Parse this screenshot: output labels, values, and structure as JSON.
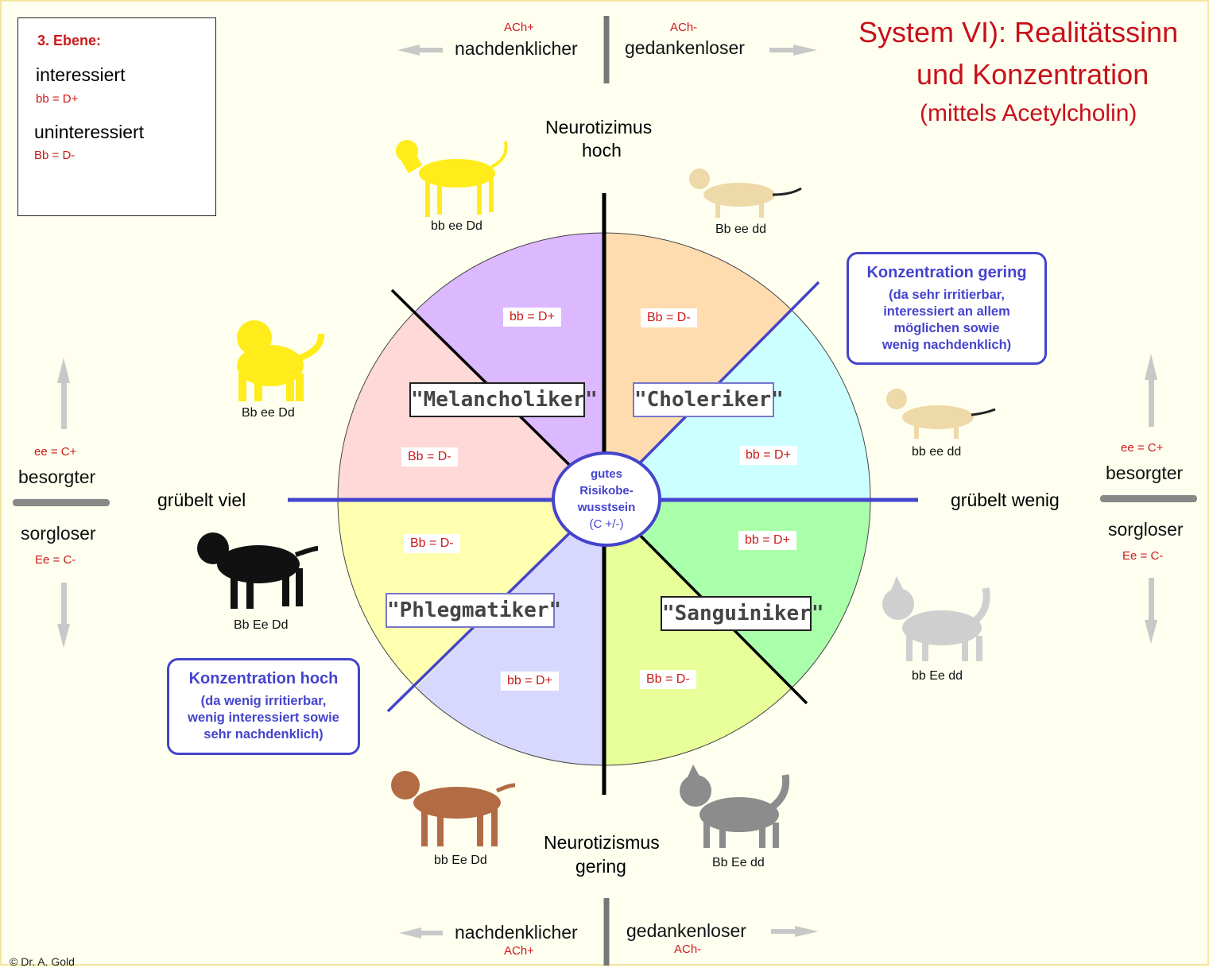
{
  "legend": {
    "heading": "3. Ebene:",
    "item1": "interessiert",
    "item1_code": "bb =  D+",
    "item2": "uninteressiert",
    "item2_code": "Bb =  D-"
  },
  "title": {
    "line1": "System VI): Realitätssinn",
    "line2": "und Konzentration",
    "line3": "(mittels Acetylcholin)"
  },
  "top_axis": {
    "left_code": "ACh+",
    "left_label": "nachdenklicher",
    "right_code": "ACh-",
    "right_label": "gedankenloser"
  },
  "bottom_axis": {
    "left_code": "ACh+",
    "left_label": "nachdenklicher",
    "right_code": "ACh-",
    "right_label": "gedankenloser"
  },
  "left_side": {
    "top_code": "ee =  C+",
    "top_label": "besorgter",
    "bottom_label": "sorgloser",
    "bottom_code": "Ee =  C-"
  },
  "right_side": {
    "top_code": "ee =  C+",
    "top_label": "besorgter",
    "bottom_label": "sorgloser",
    "bottom_code": "Ee =  C-"
  },
  "axis_labels": {
    "top_line1": "Neurotizimus",
    "top_line2": "hoch",
    "bottom_line1": "Neurotizismus",
    "bottom_line2": "gering",
    "left": "grübelt viel",
    "right": "grübelt wenig"
  },
  "center": {
    "line1": "gutes",
    "line2": "Risikobe-",
    "line3": "wusstsein",
    "line4": "(C +/-)"
  },
  "temperaments": {
    "melancholiker": "\"Melancholiker\"",
    "choleriker": "\"Choleriker\"",
    "phlegmatiker": "\"Phlegmatiker\"",
    "sanguiniker": "\"Sanguiniker\""
  },
  "sector_codes": {
    "s1": "bb =  D+",
    "s2": "Bb =  D-",
    "s3": "Bb =  D-",
    "s4": "bb =  D+",
    "s5": "Bb =  D-",
    "s6": "bb =  D+",
    "s7": "bb =  D+",
    "s8": "Bb =  D-"
  },
  "dogs": {
    "d1": "bb ee Dd",
    "d2": "Bb ee dd",
    "d3": "Bb ee Dd",
    "d4": "bb ee dd",
    "d5": "Bb Ee Dd",
    "d6": "bb Ee dd",
    "d7": "bb Ee Dd",
    "d8": "Bb Ee dd"
  },
  "info_high": {
    "heading": "Konzentration hoch",
    "line1": "(da wenig irritierbar,",
    "line2": "wenig interessiert sowie",
    "line3": "sehr nachdenklich)"
  },
  "info_low": {
    "heading": "Konzentration gering",
    "line1": "(da sehr irritierbar,",
    "line2": "interessiert an allem",
    "line3": "möglichen sowie",
    "line4": "wenig nachdenklich)"
  },
  "copyright": "© Dr. A. Gold",
  "colors": {
    "purple": "#dcb8ff",
    "orange": "#ffdcb0",
    "cyan": "#ccffff",
    "green": "#aaffaa",
    "lightgreen": "#e8ff99",
    "lavender": "#d8d8ff",
    "yellow": "#ffffb0",
    "pink": "#ffd8d8",
    "accent_blue": "#4444cc",
    "title_red": "#c8101a"
  }
}
